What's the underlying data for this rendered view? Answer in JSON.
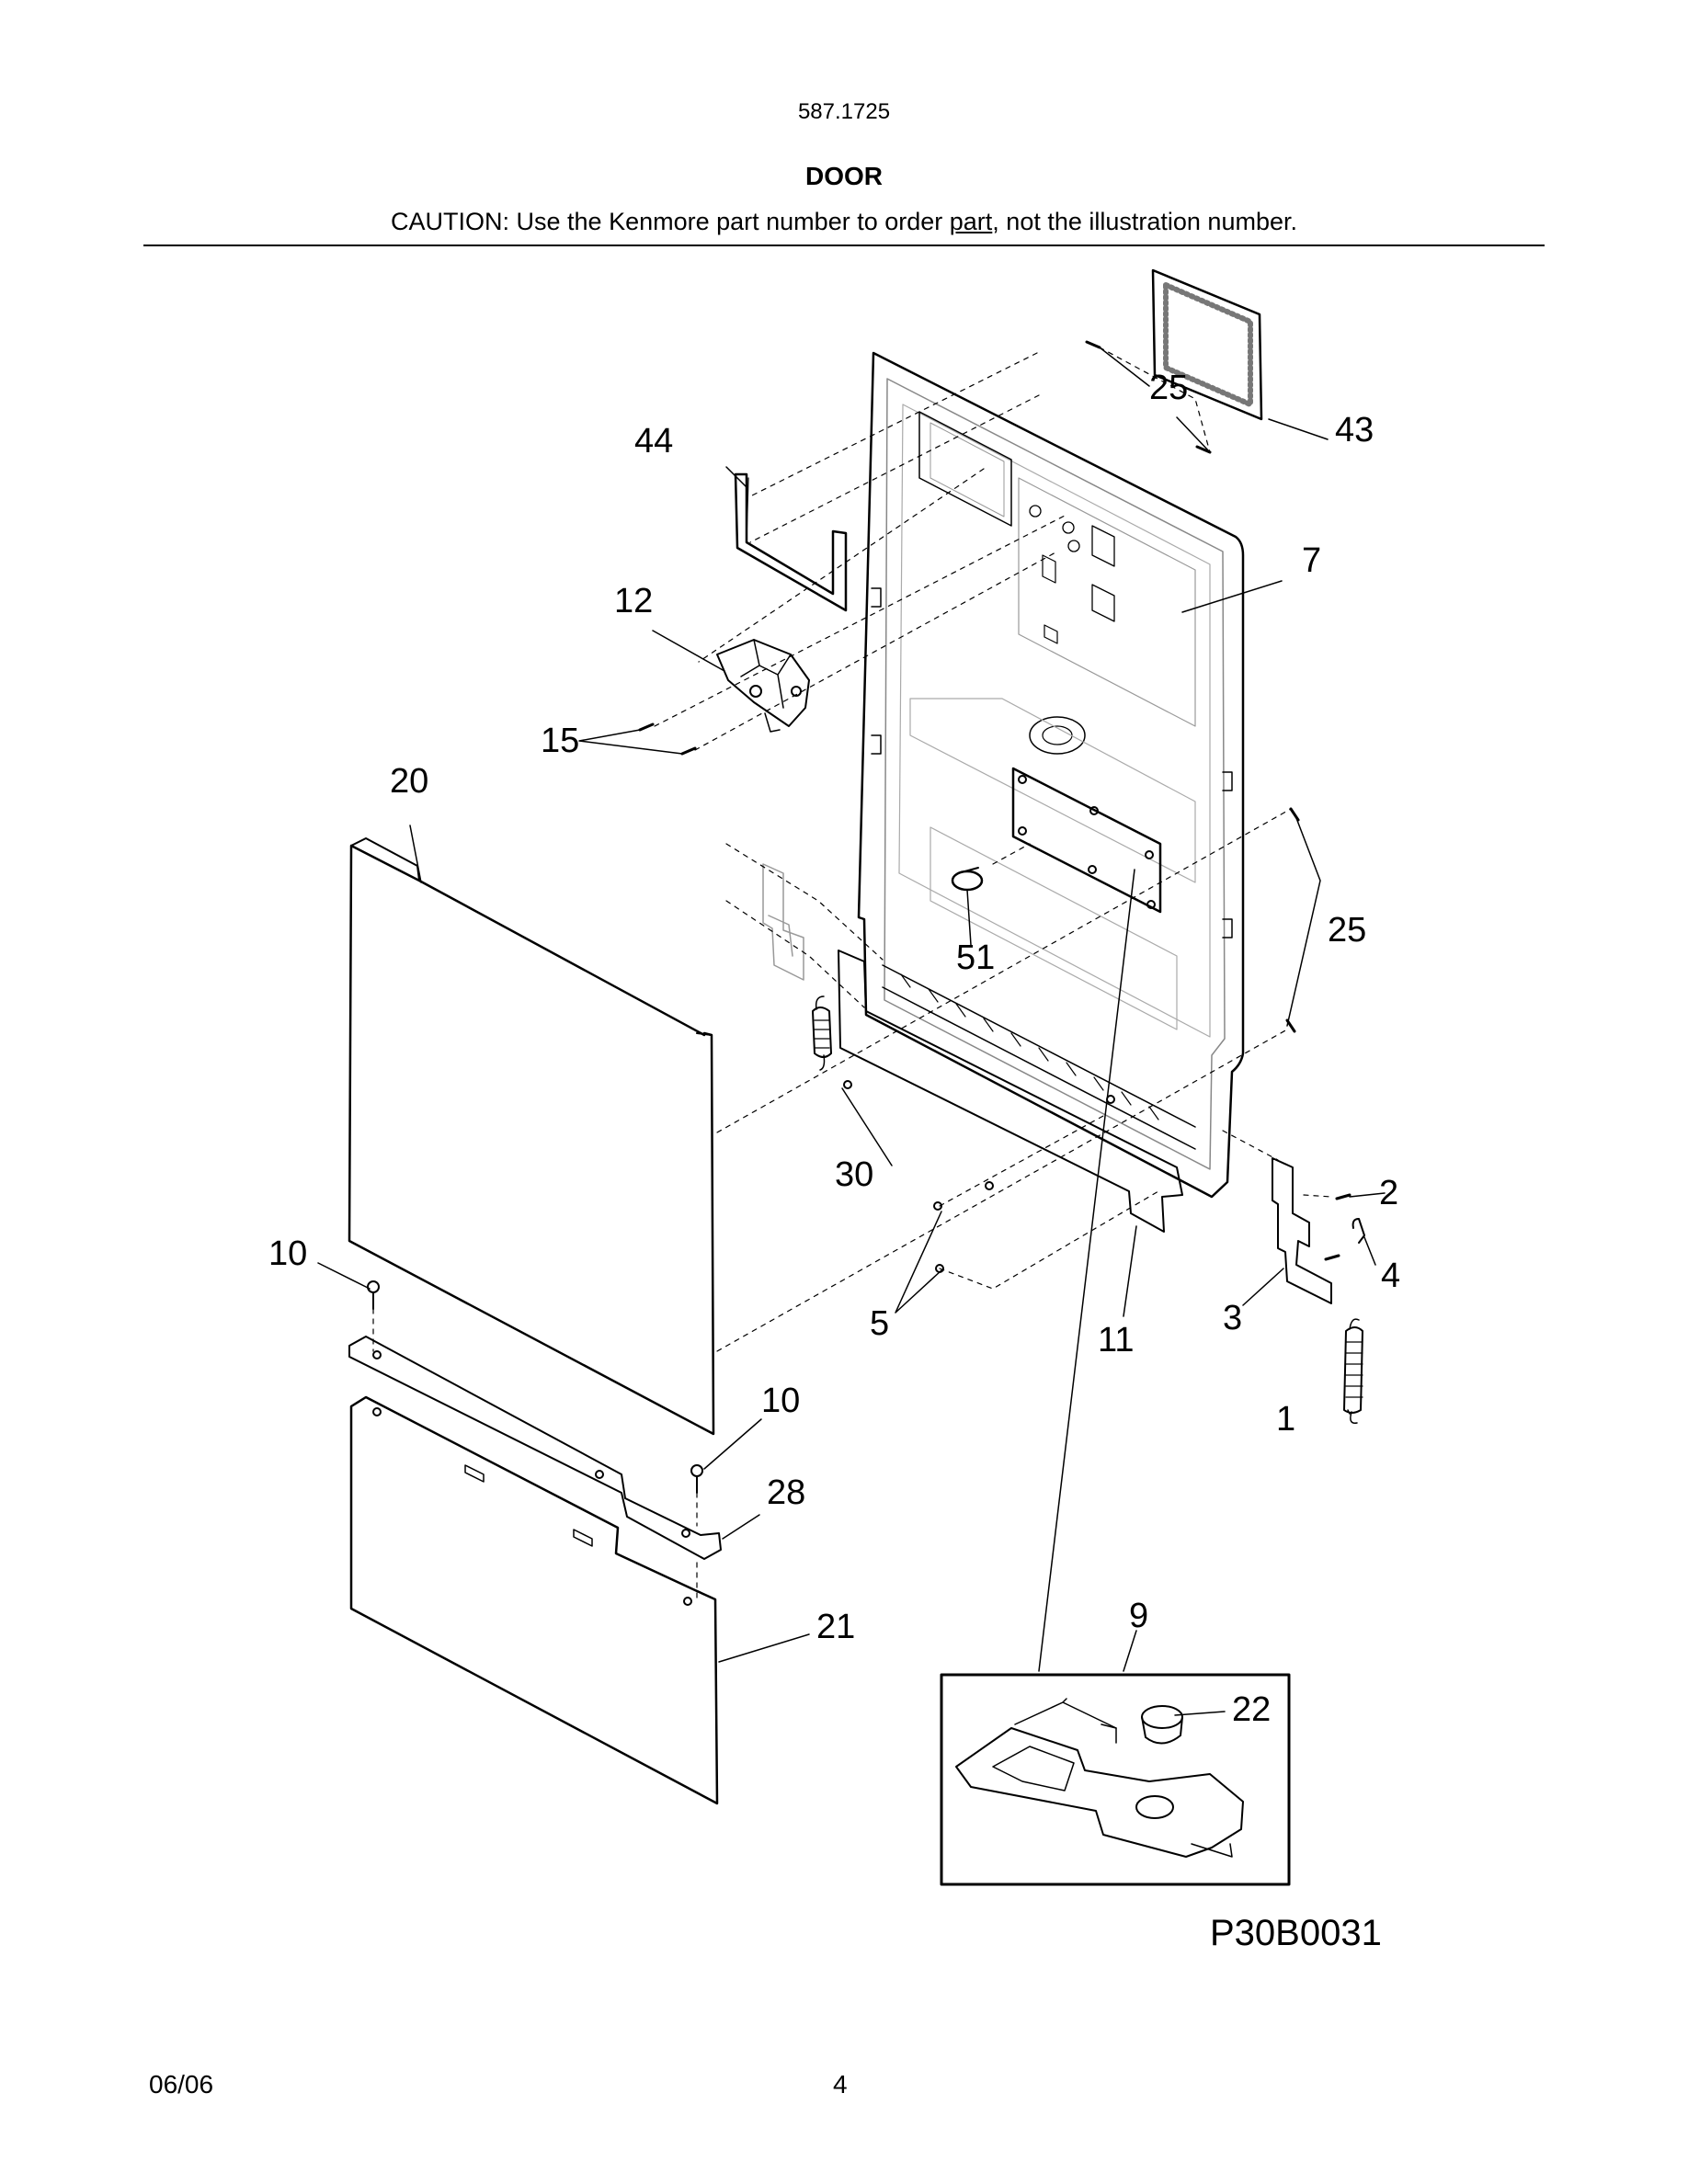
{
  "header": {
    "model_number": "587.1725",
    "section_title": "DOOR",
    "caution_prefix": "CAUTION: Use the Kenmore part number to order ",
    "caution_underlined": "part",
    "caution_suffix": ", not the illustration number."
  },
  "diagram": {
    "drawing_code": "P30B0031",
    "callouts": {
      "c25a": "25",
      "c43": "43",
      "c44": "44",
      "c7": "7",
      "c12": "12",
      "c15": "15",
      "c20": "20",
      "c25b": "25",
      "c51": "51",
      "c30": "30",
      "c2": "2",
      "c10a": "10",
      "c4": "4",
      "c5": "5",
      "c11": "11",
      "c3": "3",
      "c10b": "10",
      "c1": "1",
      "c28": "28",
      "c9": "9",
      "c21": "21",
      "c22": "22"
    }
  },
  "footer": {
    "date": "06/06",
    "page_number": "4"
  }
}
